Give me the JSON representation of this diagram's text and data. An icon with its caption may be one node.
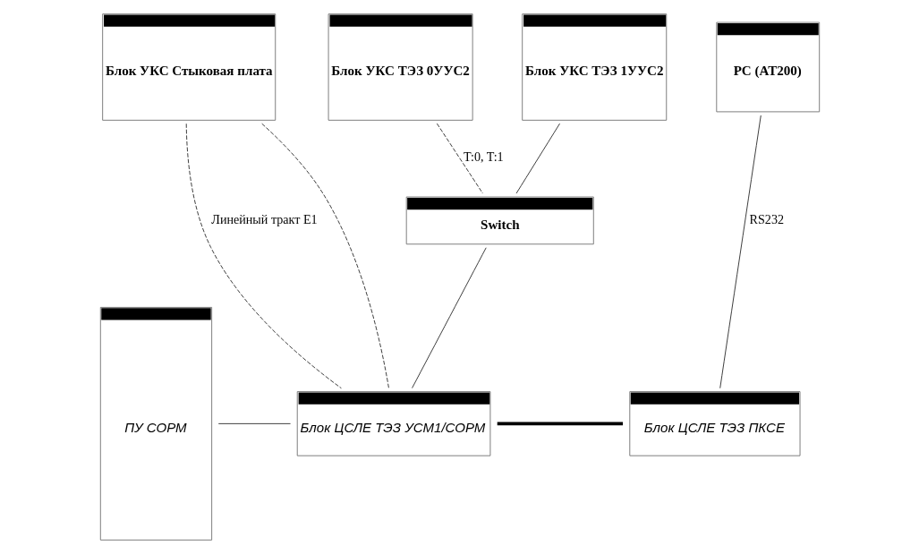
{
  "diagram": {
    "nodes": [
      {
        "text": [
          "Блок УКС Стыковая плата"
        ]
      },
      {
        "text": [
          "Блок УКС ТЭЗ 0УУС2"
        ]
      },
      {
        "text": [
          "Блок УКС ТЭЗ 1УУС2"
        ]
      },
      {
        "text": [
          "PC (AT200)"
        ]
      },
      {
        "text": [
          "Switch"
        ]
      },
      {
        "text": [
          "ПУ СОРМ"
        ]
      },
      {
        "text": [
          "Блок ЦСЛЕ ТЭЗ УСМ1/СОРМ"
        ]
      },
      {
        "text": [
          "Блок ЦСЛЕ ТЭЗ ПКСЕ"
        ]
      }
    ],
    "edges": [
      {
        "from": 0,
        "to": 6,
        "arrow": "none",
        "style": "dashed",
        "label": "Линейный тракт E1"
      },
      {
        "from": 0,
        "to": 6,
        "arrow": "none",
        "style": "dashed"
      },
      {
        "from": 1,
        "to": 4,
        "arrow": "none",
        "style": "dashed",
        "label": "T:0, T:1"
      },
      {
        "from": 2,
        "to": 4,
        "arrow": "none"
      },
      {
        "from": 4,
        "to": 6,
        "arrow": "none"
      },
      {
        "from": 5,
        "to": 6,
        "arrow": "none"
      },
      {
        "from": 6,
        "to": 7,
        "arrow": "none",
        "style": "thick"
      },
      {
        "from": 3,
        "to": 7,
        "arrow": "none",
        "label": "RS232"
      }
    ]
  }
}
